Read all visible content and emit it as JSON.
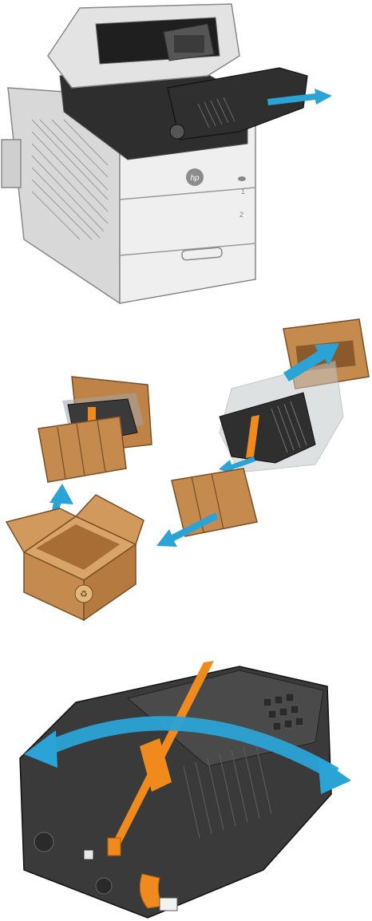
{
  "printer": {
    "brand_logo": "hp",
    "tray_labels": [
      "1",
      "2"
    ]
  },
  "colors": {
    "arrow": "#2aa3d6",
    "orange_strip": "#f08a1c",
    "cardboard": "#c58a4d",
    "cartridge": "#3a3a3a",
    "printer_body": "#e9e9e9"
  },
  "icons": [
    "recycle-icon",
    "remove-arrow-icon",
    "rotate-arrow-icon",
    "lift-arrow-icon"
  ]
}
